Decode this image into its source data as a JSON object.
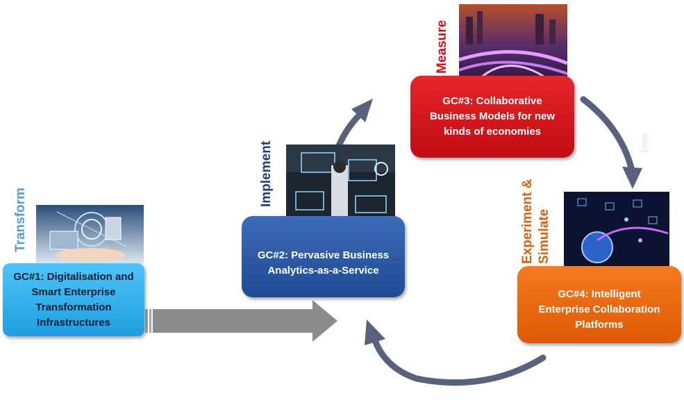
{
  "diagram": {
    "stages": [
      {
        "id": "gc1",
        "lines": [
          "GC#1: Digitalisation and",
          "Smart Enterprise",
          "Transformation",
          "Infrastructures"
        ],
        "label": "Transform",
        "color": "#29abe2"
      },
      {
        "id": "gc2",
        "lines": [
          "GC#2: Pervasive Business",
          "Analytics-as-a-Service"
        ],
        "label": "Implement",
        "color": "#2b579a"
      },
      {
        "id": "gc3",
        "lines": [
          "GC#3: Collaborative",
          "Business Models for new",
          "kinds of economies"
        ],
        "label": "Measure",
        "color": "#d7141a"
      },
      {
        "id": "gc4",
        "lines": [
          "GC#4: Intelligent",
          "Enterprise Collaboration",
          "Platforms"
        ],
        "label_lines": [
          "Experiment &",
          "Simulate"
        ],
        "color": "#ef6c11"
      }
    ],
    "faint_text": "Event",
    "arrow_color": "#59627c",
    "entry_arrow_color": "#8c8c8c"
  }
}
